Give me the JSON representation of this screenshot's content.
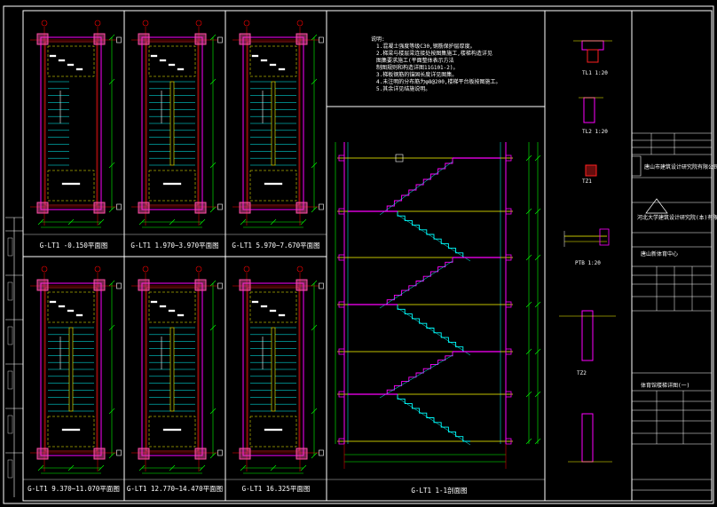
{
  "colors": {
    "background": "#000000",
    "frame": "#ffffff",
    "wall": "#ff00ff",
    "column": "#ff4da6",
    "stair": "#00ffff",
    "dimension": "#00ff00",
    "slab": "#ffff00",
    "beam": "#ff2020",
    "axis": "#ff0000"
  },
  "plans_top": [
    {
      "caption": "G-LT1 -0.150平面图"
    },
    {
      "caption": "G-LT1 1.970~3.970平面图"
    },
    {
      "caption": "G-LT1 5.970~7.670平面图"
    }
  ],
  "plans_bottom": [
    {
      "caption": "G-LT1 9.370~11.070平面图"
    },
    {
      "caption": "G-LT1 12.770~14.470平面图"
    },
    {
      "caption": "G-LT1 16.325平面图"
    }
  ],
  "section": {
    "caption": "G-LT1 1-1剖面图"
  },
  "notes": {
    "heading": "说明:",
    "lines": [
      "1.混凝土强度等级C30,钢筋保护层厚度。",
      "2.梯梁与楼层梁连接处按图集施工,楼梯构造详见",
      "  图集要求施工(平面整体表示方法",
      "  制图规则和构造详图11G101-2)。",
      "3.梯板钢筋的锚固长度详见图集。",
      "4.未注明的分布筋为φ8@200,楼梯平台板按图施工。",
      "5.其余详见结施说明。"
    ]
  },
  "details": [
    {
      "label": "TL1 1:20"
    },
    {
      "label": "TL2 1:20"
    },
    {
      "label": "TZ1"
    },
    {
      "label": "PTB 1:20"
    },
    {
      "label": "TZ2"
    }
  ],
  "title_block": {
    "company_name": "唐山市建筑设计研究院有限公司",
    "design_institute": "河北大学建筑设计研究院(本)有限公司",
    "project_name": "唐山新体育中心",
    "drawing_title": "体育馆楼梯详图(一)"
  }
}
